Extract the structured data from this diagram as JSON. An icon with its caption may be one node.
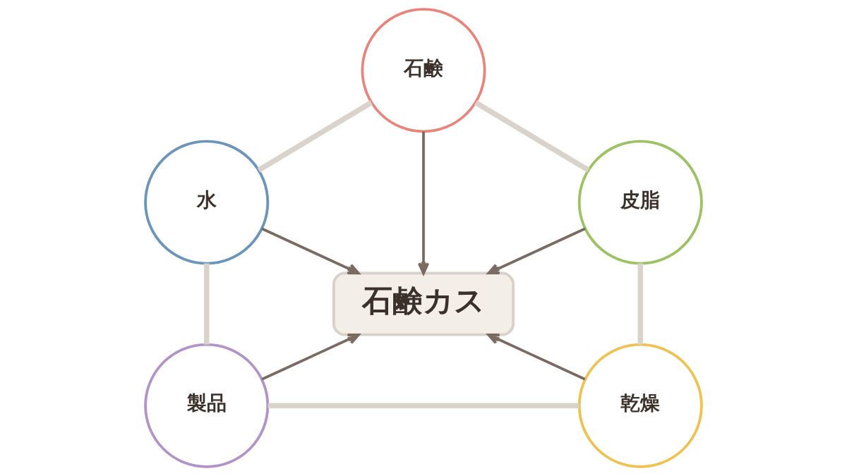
{
  "diagram": {
    "nodes": [
      {
        "text": [
          "石鹸"
        ]
      },
      {
        "text": [
          "水"
        ]
      },
      {
        "text": [
          "石鹸カス"
        ]
      },
      {
        "text": [
          "皮脂"
        ]
      },
      {
        "text": [
          "製品"
        ]
      },
      {
        "text": [
          "乾燥"
        ]
      }
    ],
    "edges": [
      {
        "from": 0,
        "to": 2,
        "arrow": "to"
      },
      {
        "from": 1,
        "to": 2,
        "arrow": "to"
      },
      {
        "from": 3,
        "to": 2,
        "arrow": "to"
      },
      {
        "from": 4,
        "to": 2,
        "arrow": "to"
      },
      {
        "from": 5,
        "to": 2,
        "arrow": "to"
      },
      {
        "from": 0,
        "to": 3,
        "arrow": "none",
        "style": "thick",
        "color": "#d9d3cb"
      },
      {
        "from": 3,
        "to": 5,
        "arrow": "none",
        "style": "thick",
        "color": "#d9d3cb"
      },
      {
        "from": 4,
        "to": 5,
        "arrow": "none",
        "style": "thick",
        "color": "#d9d3cb"
      },
      {
        "from": 1,
        "to": 4,
        "arrow": "none",
        "style": "thick",
        "color": "#d9d3cb"
      },
      {
        "from": 0,
        "to": 1,
        "arrow": "none",
        "style": "thick",
        "color": "#d9d3cb"
      }
    ]
  }
}
